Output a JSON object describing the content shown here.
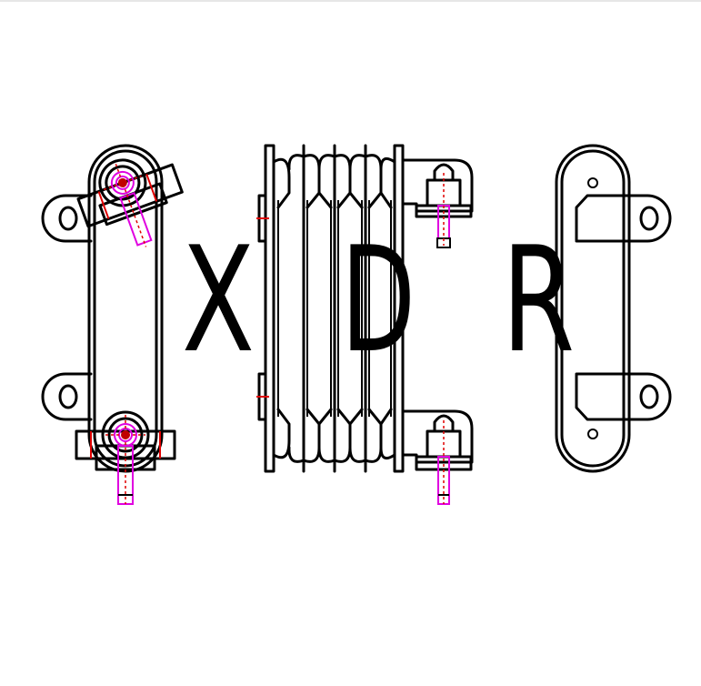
{
  "letters": {
    "left": "X",
    "middle": "D",
    "right": "R"
  },
  "colors": {
    "outline": "#000000",
    "fastener": "#e000e0",
    "centerline": "#e00000",
    "background": "#ffffff"
  }
}
